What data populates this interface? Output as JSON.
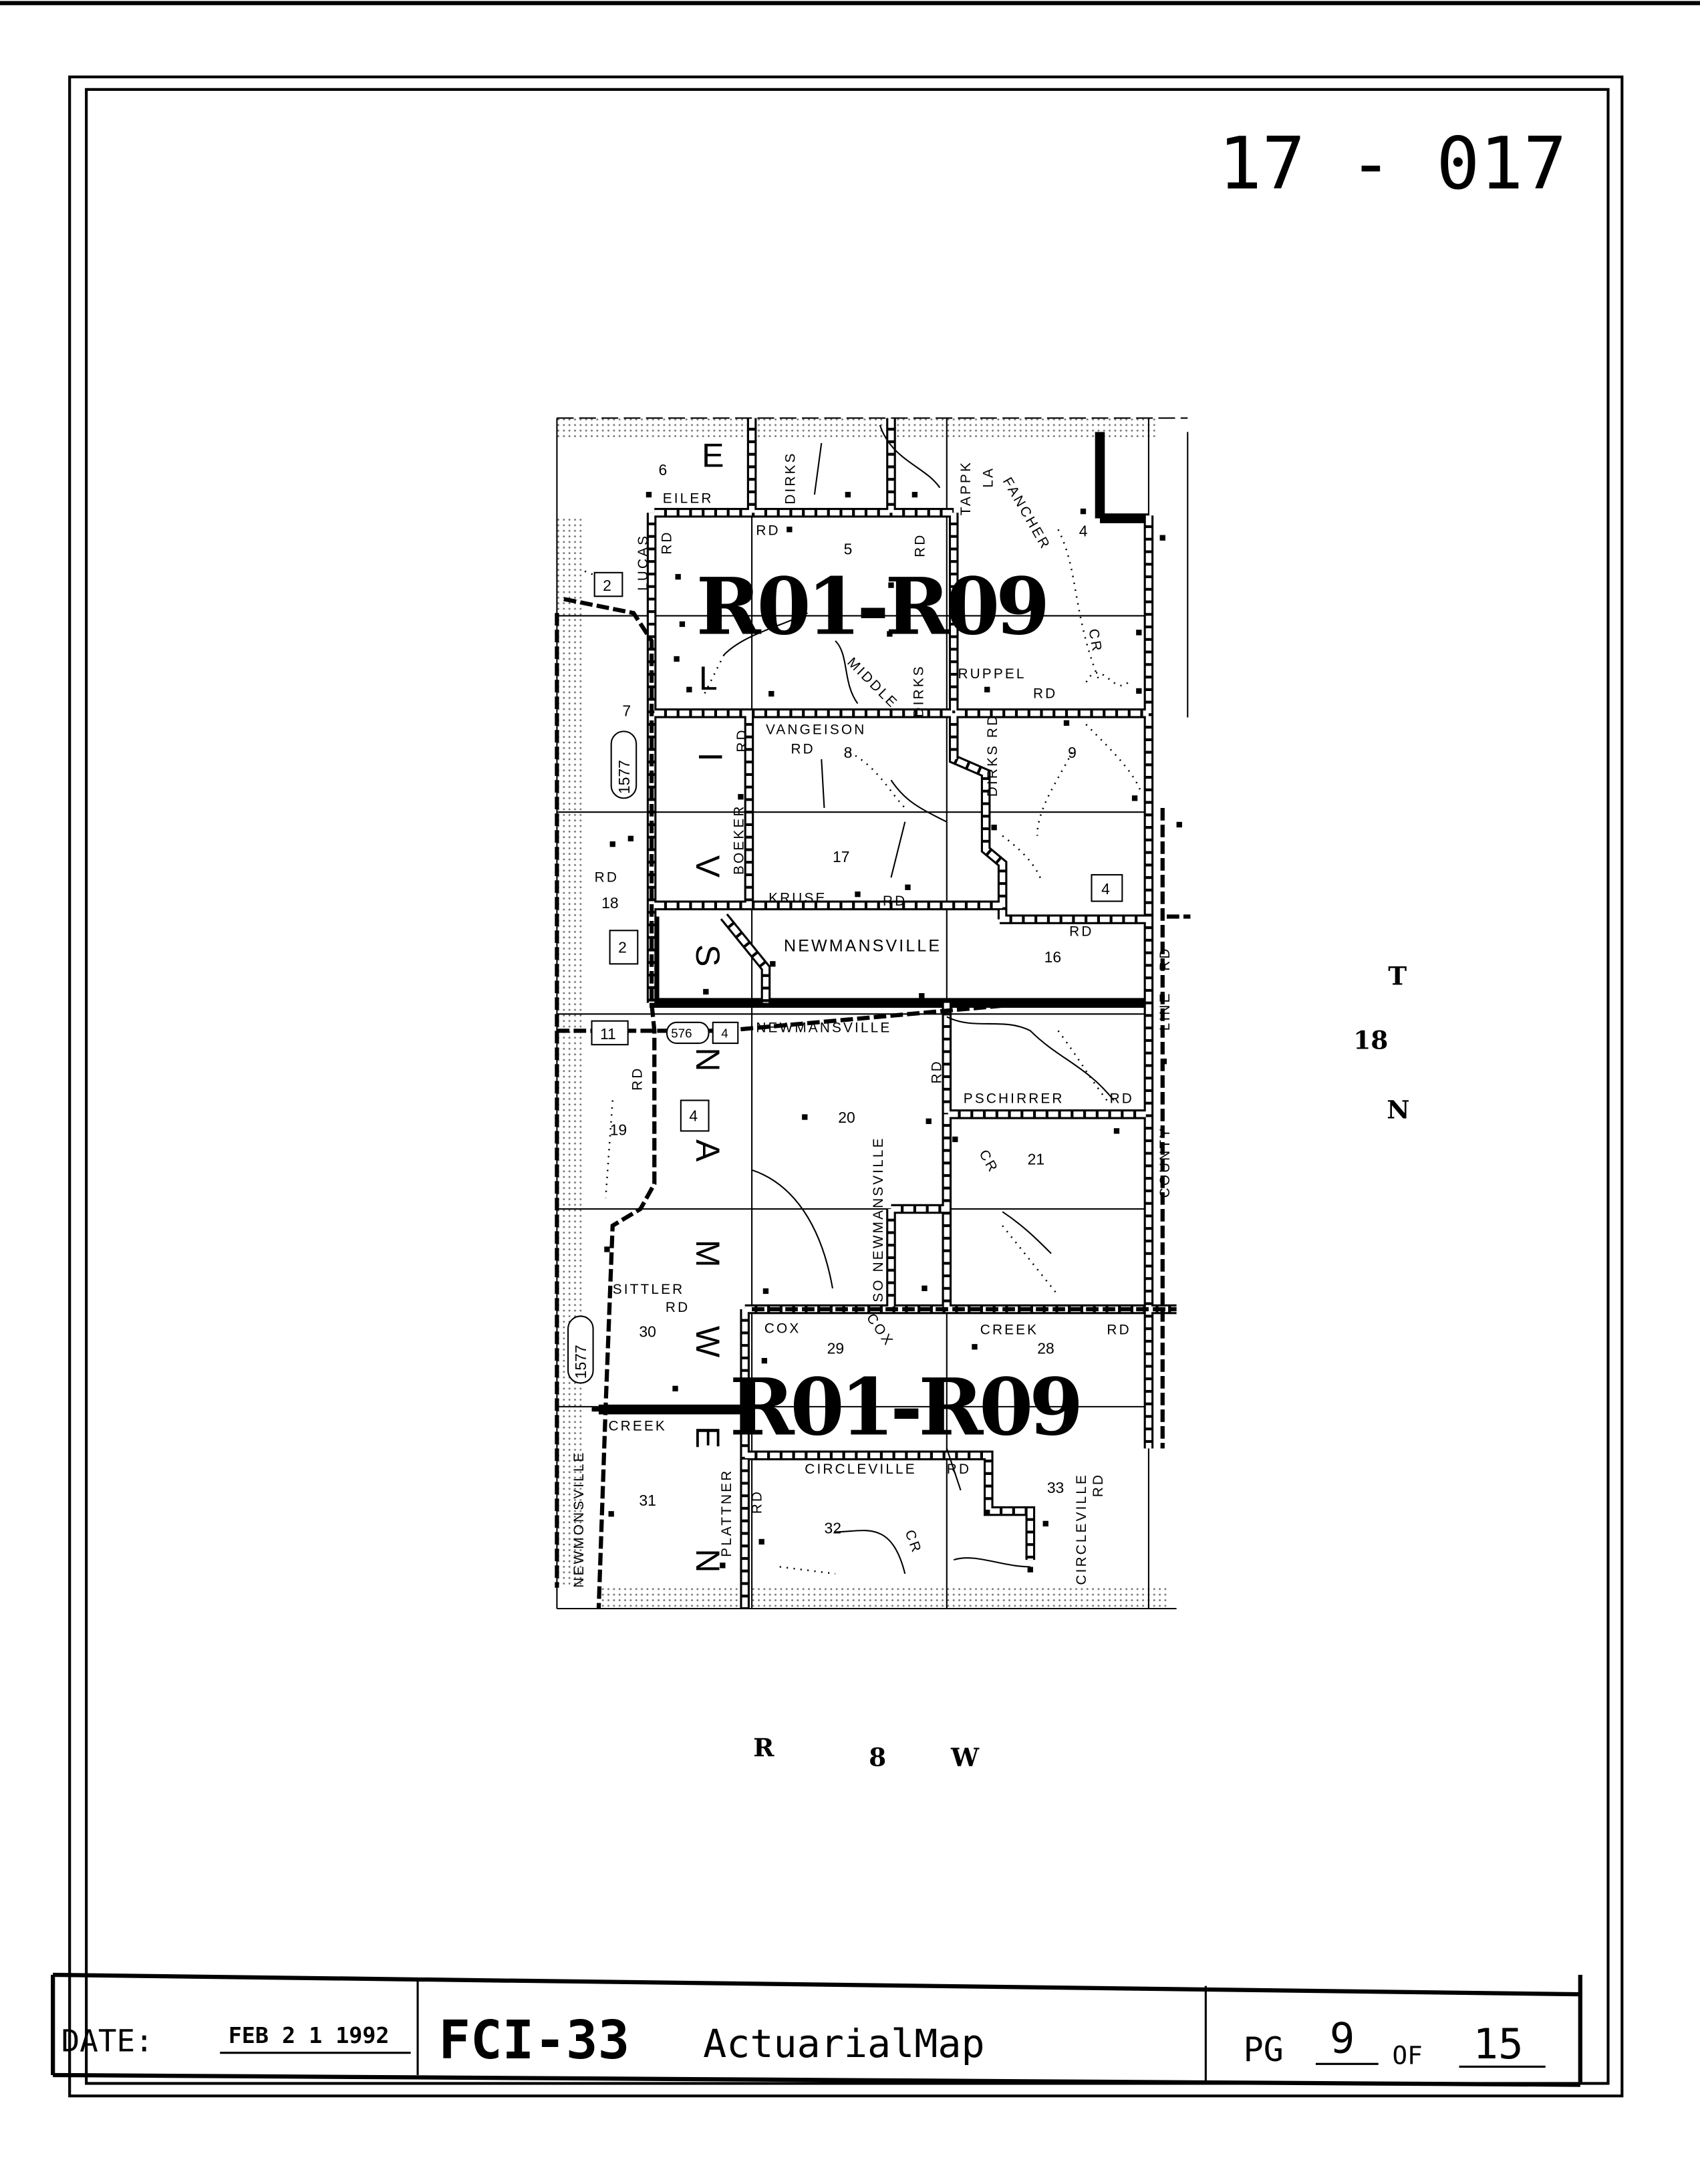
{
  "document_number": "17 - 017",
  "footer": {
    "date_label": "DATE:",
    "date_value": "FEB 2 1 1992",
    "form_code": "FCI-33",
    "form_title": "ActuarialMap",
    "page_label": "PG",
    "page_number": "9",
    "of_label": "OF",
    "page_total": "15"
  },
  "township": {
    "t": "T",
    "number": "18",
    "dir": "N"
  },
  "range": {
    "r": "R",
    "number": "8",
    "dir": "W"
  },
  "map": {
    "rating_labels": [
      "R01-R09",
      "R01-R09"
    ],
    "township_name_letters": [
      "E",
      "L",
      "I",
      "V",
      "S",
      "N",
      "A",
      "M",
      "W",
      "E",
      "N"
    ],
    "section_numbers": [
      "6",
      "5",
      "4",
      "7",
      "8",
      "9",
      "18",
      "17",
      "16",
      "19",
      "20",
      "21",
      "30",
      "29",
      "28",
      "31",
      "32",
      "33"
    ],
    "road_labels": {
      "eiler": "EILER",
      "dirks": "DIRKS",
      "tappk": "TAPPK",
      "la": "LA",
      "fancher": "FANCHER",
      "rd": "RD",
      "lucas": "LUCAS",
      "middle": "MIDDLE",
      "ruppel": "RUPPEL",
      "cr": "CR",
      "vangeison": "VANGEISON",
      "dirks_rd": "DIRKS RD",
      "boeker": "BOEKER",
      "kruse": "KRUSE",
      "newmansville_town": "NEWMANSVILLE",
      "newmansville_rd": "NEWMANSVILLE",
      "line": "LINE",
      "county": "COUNTY",
      "pschirrer": "PSCHIRRER",
      "so_newmansville": "SO NEWMANSVILLE",
      "sittler": "SITTLER",
      "cox": "COX",
      "creek": "CREEK",
      "circleville": "CIRCLEVILLE",
      "plattner": "PLATTNER",
      "newmonsville": "NEWMONSVILLE"
    },
    "route_shields": {
      "r2": "2",
      "r4": "4",
      "r11": "11",
      "r576": "576",
      "r1577": "1577"
    }
  }
}
